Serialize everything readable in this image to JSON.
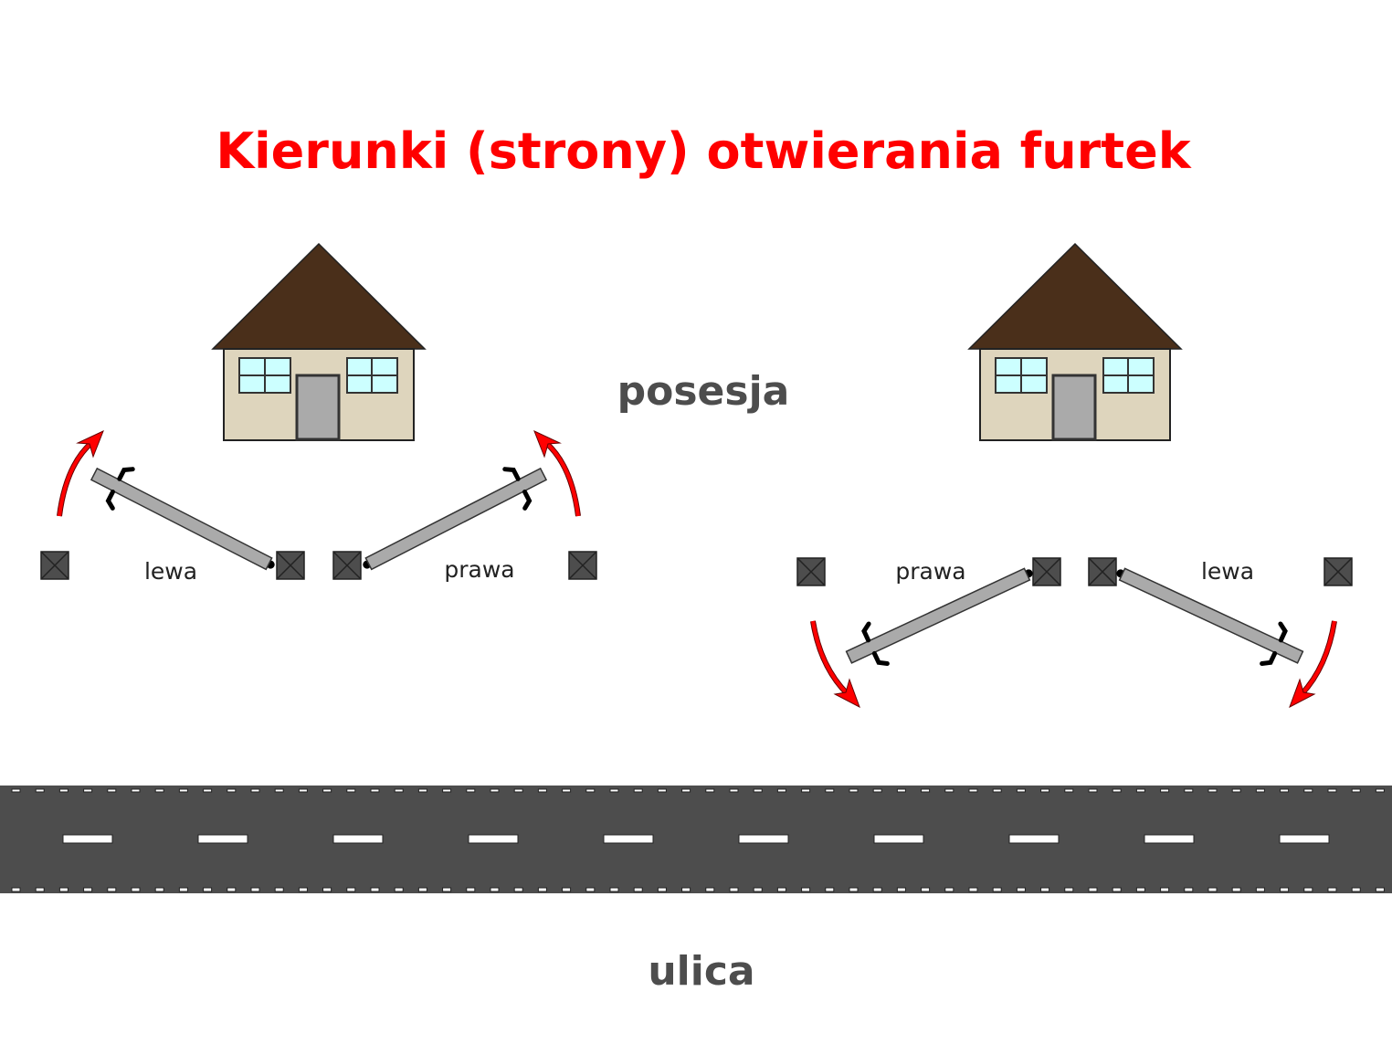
{
  "title": "Kierunki (strony) otwierania furtek",
  "property_label": "posesja",
  "street_label": "ulica",
  "left_group": {
    "gate_left_label": "lewa",
    "gate_right_label": "prawa"
  },
  "right_group": {
    "gate_left_label": "prawa",
    "gate_right_label": "lewa"
  },
  "colors": {
    "title": "#ff0000",
    "roof": "#4a2f1a",
    "wall": "#ded5bd",
    "window": "#ccffff",
    "door": "#aaaaaa",
    "post": "#4d4d4d",
    "leaf": "#aaaaaa",
    "arrow": "#ff0000",
    "road": "#4d4d4d"
  }
}
